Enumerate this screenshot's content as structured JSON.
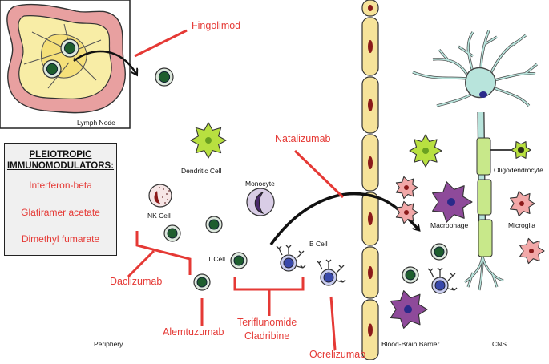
{
  "regions": {
    "lymph_node": "Lymph Node",
    "periphery": "Periphery",
    "bbb": "Blood-Brain Barrier",
    "cns": "CNS"
  },
  "cells": {
    "dendritic": "Dendritic Cell",
    "monocyte": "Monocyte",
    "nk": "NK Cell",
    "t_cell": "T Cell",
    "b_cell": "B Cell",
    "macrophage": "Macrophage",
    "microglia": "Microglia",
    "oligodendrocyte": "Oligodendrocyte"
  },
  "drugs": {
    "fingolimod": "Fingolimod",
    "natalizumab": "Natalizumab",
    "daclizumab": "Daclizumab",
    "alemtuzumab": "Alemtuzumab",
    "teriflunomide": "Teriflunomide",
    "cladribine": "Cladribine",
    "ocrelizumab": "Ocrelizumab"
  },
  "pleiotropic": {
    "title_line1": "PLEIOTROPIC",
    "title_line2": "IMMUNOMODULATORS:",
    "items": [
      "Interferon-beta",
      "Glatiramer acetate",
      "Dimethyl fumarate"
    ]
  },
  "colors": {
    "drug_red": "#e53935",
    "t_cell_green": "#1e5e2e",
    "b_cell_blue": "#3949ab",
    "endothelium": "#f6e39a",
    "nucleus_red": "#8b1a1a",
    "lymph_pink": "#e8a0a0",
    "neuron_teal": "#b8e4dc",
    "myelin_green": "#c8e88a",
    "macrophage_purple": "#8e4a9a",
    "dendritic_green": "#b8e040",
    "microglia_pink": "#f2a8a8"
  }
}
